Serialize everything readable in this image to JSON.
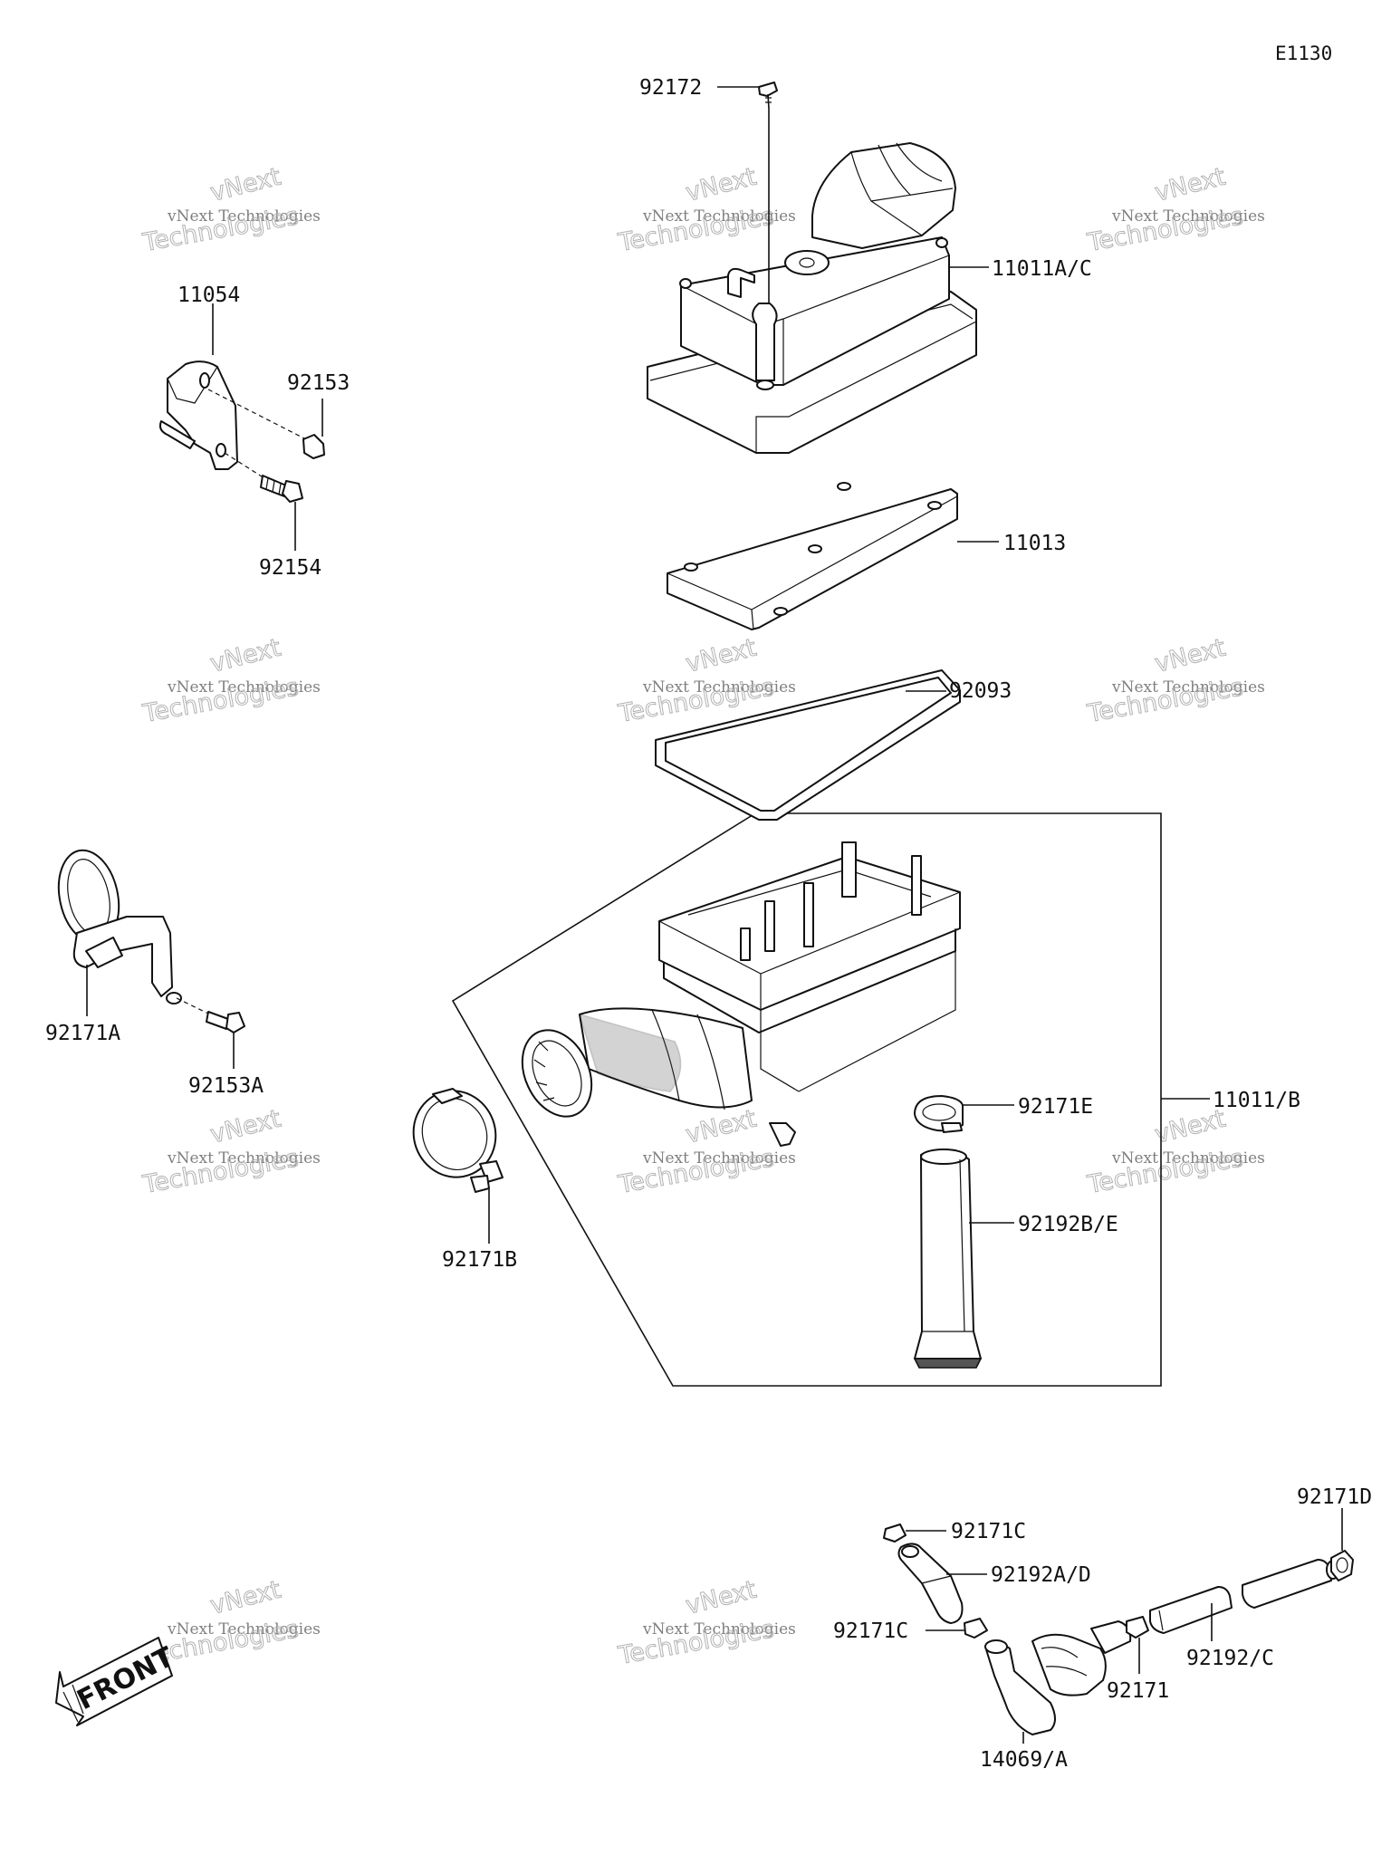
{
  "diagram_code": "E1130",
  "front_arrow_label": "FRONT",
  "watermark": {
    "line1": "vNext",
    "line2": "vNext Technologies",
    "line3": "Technologies"
  },
  "parts": {
    "p92172": "92172",
    "p11011ac": "11011A/C",
    "p11054": "11054",
    "p92153": "92153",
    "p92154": "92154",
    "p11013": "11013",
    "p92093": "92093",
    "p92171a": "92171A",
    "p92153a": "92153A",
    "p92171e": "92171E",
    "p11011b": "11011/B",
    "p92192be": "92192B/E",
    "p92171b": "92171B",
    "p92171c_top": "92171C",
    "p92192ad": "92192A/D",
    "p92171c_mid": "92171C",
    "p92171d": "92171D",
    "p92192c": "92192/C",
    "p92171": "92171",
    "p14069a": "14069/A"
  }
}
